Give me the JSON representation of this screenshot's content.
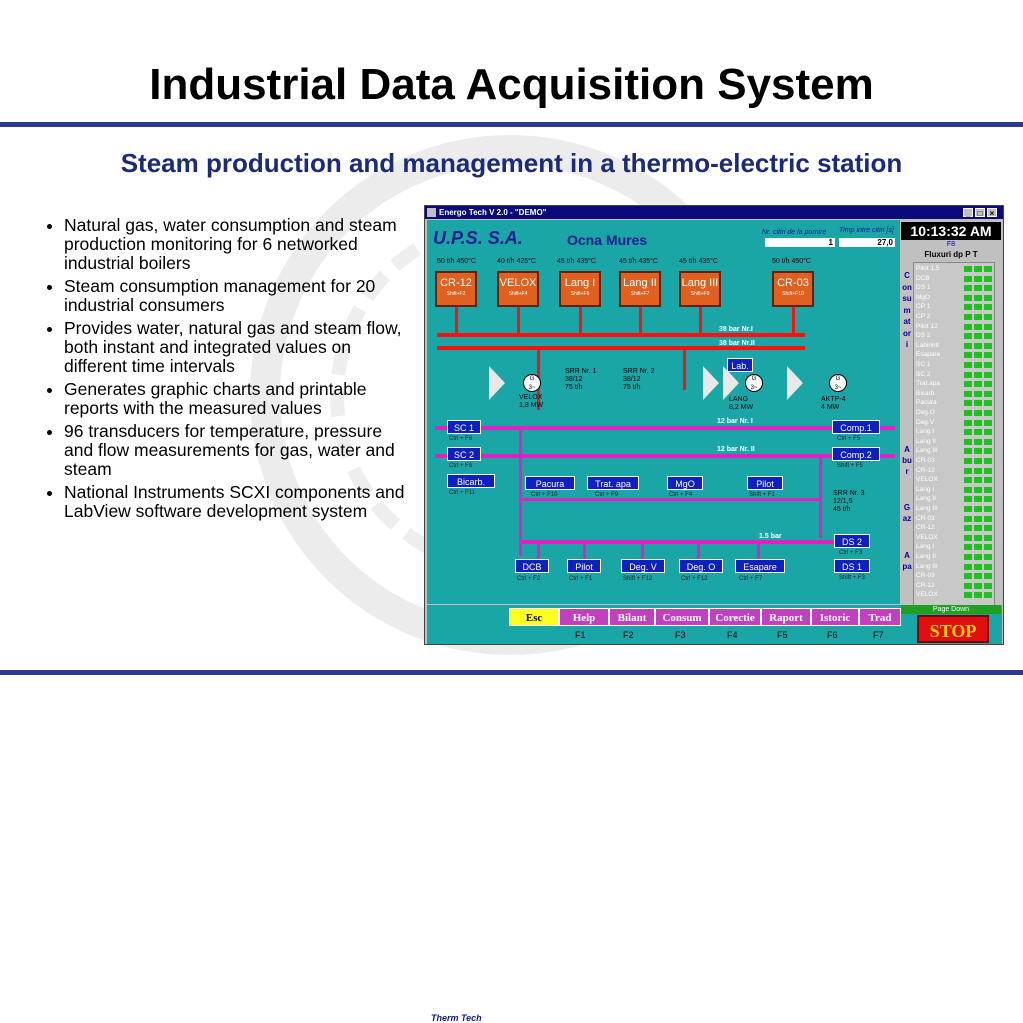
{
  "slide": {
    "title": "Industrial Data Acquisition System",
    "subtitle": "Steam production and management in a thermo-electric station",
    "bullets": [
      "Natural gas, water consumption and steam production monitoring for 6 networked industrial boilers",
      "Steam consumption management for 20 industrial consumers",
      "Provides water, natural gas and steam flow, both instant and integrated values on different time intervals",
      "Generates graphic charts and printable reports with the measured values",
      "96 transducers for temperature, pressure and flow measurements for gas, water and steam",
      "National Instruments SCXI components and LabView software development system"
    ]
  },
  "window": {
    "title": "Energo Tech V 2.0 - \"DEMO\"",
    "header": {
      "company": "U.P.S.  S.A.",
      "location": "Ocna Mures",
      "counter1_label": "Nr. citiri de la pornire",
      "counter1_value": "1",
      "counter2_label": "Timp intre citiri [s]",
      "counter2_value": "27,0"
    },
    "boilers": [
      {
        "name": "CR-12",
        "spec": "50 t/h 450°C",
        "shortcut": "Shift+F2"
      },
      {
        "name": "VELOX",
        "spec": "40 t/h 425°C",
        "shortcut": "Shift+F4"
      },
      {
        "name": "Lang I",
        "spec": "45 t/h 435°C",
        "shortcut": "Shift+F6"
      },
      {
        "name": "Lang II",
        "spec": "45 t/h 435°C",
        "shortcut": "Shift+F7"
      },
      {
        "name": "Lang III",
        "spec": "45 t/h 435°C",
        "shortcut": "Shift+F9"
      },
      {
        "name": "CR-03",
        "spec": "50 t/h 450°C",
        "shortcut": "Shift+F10"
      }
    ],
    "pipes": {
      "bar1": "38 bar Nr.I",
      "bar2": "38 bar Nr.II",
      "bar3": "12 bar Nr. I",
      "bar4": "12 bar Nr. II",
      "bar5": "1.5 bar"
    },
    "turbines": {
      "srr1": "SRR Nr. 1\n38/12\n75 t/h",
      "srr2": "SRR Nr. 2\n38/12\n75 t/h",
      "velox": "VELOX\n1,8 MW",
      "lang": "LANG\n8,2 MW",
      "aktp": "AKTP-4\n4 MW",
      "srr3": "SRR Nr. 3\n12/1,5\n45 t/h",
      "gen_label": "G\n3~",
      "lab": "Lab."
    },
    "buttons": [
      {
        "label": "SC 1",
        "shortcut": "Ctrl + F6"
      },
      {
        "label": "SC 2",
        "shortcut": "Ctrl + F8"
      },
      {
        "label": "Bicarb.",
        "shortcut": "Ctrl + F11"
      },
      {
        "label": "Pacura",
        "shortcut": "Ctrl + F10"
      },
      {
        "label": "Trat. apa",
        "shortcut": "Ctrl + F9"
      },
      {
        "label": "MgO",
        "shortcut": "Ctrl + F4"
      },
      {
        "label": "Pilot",
        "shortcut": "Shift + F1"
      },
      {
        "label": "Comp.1",
        "shortcut": "Ctrl + F5"
      },
      {
        "label": "Comp.2",
        "shortcut": "Shift + F5"
      },
      {
        "label": "DS 2",
        "shortcut": "Ctrl + F3"
      },
      {
        "label": "DS 1",
        "shortcut": "Shift + F3"
      },
      {
        "label": "DCB",
        "shortcut": "Ctrl + F2"
      },
      {
        "label": "Pilot",
        "shortcut": "Ctrl + F1"
      },
      {
        "label": "Deg. V",
        "shortcut": "Shift + F12"
      },
      {
        "label": "Deg. O",
        "shortcut": "Ctrl + F12"
      },
      {
        "label": "Esapare",
        "shortcut": "Ctrl + F7"
      }
    ],
    "side": {
      "clock": "10:13:32 AM",
      "f8": "F8",
      "heading": "Fluxuri dp P T",
      "vertical1": "Consumatori",
      "vertical2": "Abur",
      "vertical3": "Gaz",
      "vertical4": "Apa",
      "items": [
        "Pilot 1,5",
        "DCB",
        "DS 1",
        "MgO",
        "CP 1",
        "CP 2",
        "Pilot 12",
        "DS 2",
        "Labirinti",
        "Esapare",
        "SC 1",
        "SC 2",
        "Trat.apa",
        "Bicarb",
        "Pacura",
        "Deg.O",
        "Deg.V",
        "Lang I",
        "Lang II",
        "Lang III",
        "CR-03",
        "CR-12",
        "VELOX",
        "Lang I",
        "Lang II",
        "Lang III",
        "CR-03",
        "CR-12",
        "VELOX",
        "Lang I",
        "Lang II",
        "Lang III",
        "CR-03",
        "CR-12",
        "VELOX"
      ],
      "page_down": "Page Down",
      "stop": "STOP"
    },
    "fkeys": [
      {
        "label": "Esc",
        "key": ""
      },
      {
        "label": "Help",
        "key": "F1"
      },
      {
        "label": "Bilant",
        "key": "F2"
      },
      {
        "label": "Consum",
        "key": "F3"
      },
      {
        "label": "Corectie",
        "key": "F4"
      },
      {
        "label": "Raport",
        "key": "F5"
      },
      {
        "label": "Istoric",
        "key": "F6"
      },
      {
        "label": "Trad",
        "key": "F7"
      }
    ],
    "logo": "Therm Tech",
    "colors": {
      "background": "#1aa6a6",
      "boiler": "#e06020",
      "steam38": "#ff1010",
      "steam12": "#e020c0",
      "button": "#1020c0"
    }
  }
}
